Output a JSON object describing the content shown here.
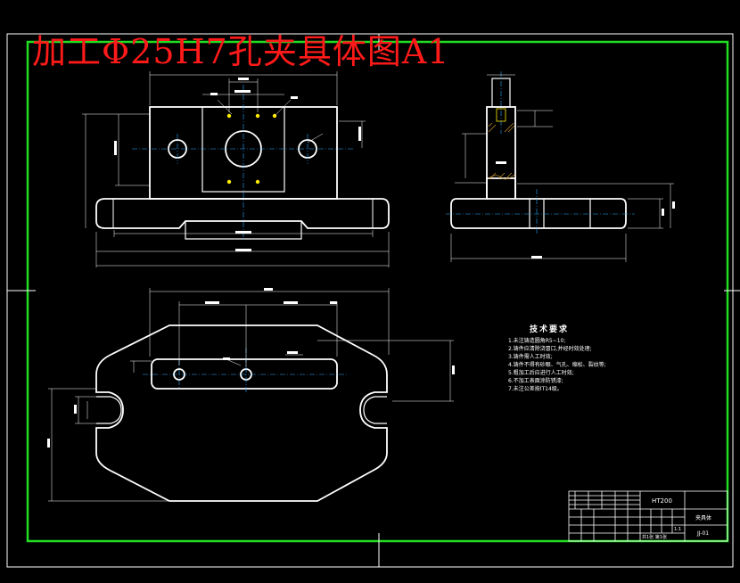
{
  "title": "加工Φ25H7孔夹具体图A1",
  "tech_requirements": {
    "heading": "技术要求",
    "items": [
      "1.未注铸造圆角R5~10;",
      "2.铸件应清除浇冒口,并经时效处理;",
      "3.铸件需人工时效;",
      "4.铸件不得有砂眼、气孔、缩松、裂纹等;",
      "5.粗加工后应进行人工时效;",
      "6.不加工表面涂防锈漆;",
      "7.未注公差按IT14级。"
    ]
  },
  "title_block": {
    "material": "HT200",
    "part_name": "夹具体",
    "drawing_no": "JJ-01",
    "sheet": "共1张 第1张",
    "scale": "1:1"
  },
  "colors": {
    "frame_green": "#22dd22",
    "title_red": "#ff1a1a",
    "line_white": "#ffffff",
    "center_cyan": "#2aa8ff",
    "section_brown": "#b8862b",
    "highlight_yellow": "#ffee00"
  }
}
